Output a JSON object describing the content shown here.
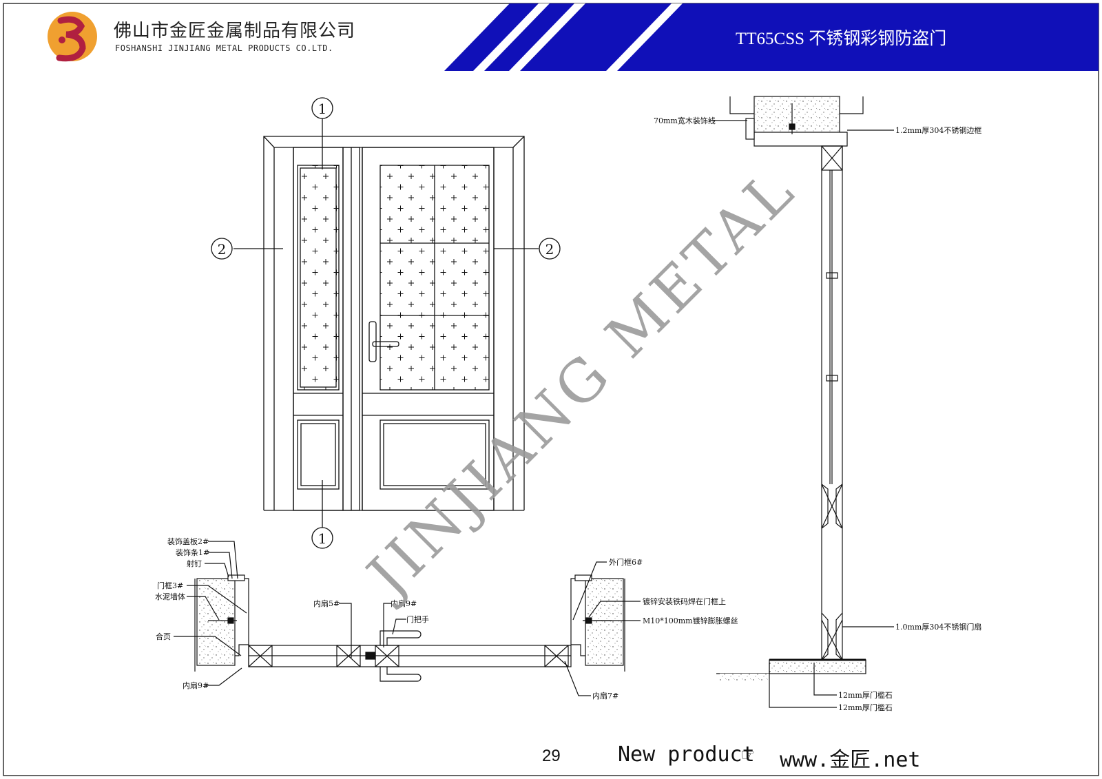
{
  "header": {
    "company_cn": "佛山市金匠金属制品有限公司",
    "company_en": "FOSHANSHI JINJIANG METAL PRODUCTS CO.LTD.",
    "title": "TT65CSS 不锈钢彩钢防盗门",
    "brand_color": "#1010b8"
  },
  "watermark": "JINJIANG METAL",
  "elevation": {
    "callout_top": "1",
    "callout_left": "2",
    "callout_right": "2",
    "callout_bottom": "1"
  },
  "plan_section": {
    "labels": {
      "decor_cover": "装饰盖板2#",
      "decor_strip": "装饰条1#",
      "nail": "射钉",
      "frame3": "门框3#",
      "cement_wall": "水泥墙体",
      "hinge": "合页",
      "inner_leaf9_bottom": "内扇9#",
      "inner_leaf5": "内扇5#",
      "inner_leaf9_top": "内扇9#",
      "handle": "门把手",
      "outer_frame6": "外门框6#",
      "galv_iron": "镀锌安装铁码焊在门框上",
      "expansion_bolt": "M10*100mm镀锌膨胀螺丝",
      "inner_leaf7": "内扇7#"
    }
  },
  "vertical_section": {
    "labels": {
      "wood_trim": "70mm宽木装饰线",
      "frame_edge": "1.2mm厚304不锈钢边框",
      "door_leaf": "1.0mm厚304不锈钢门扇",
      "threshold_a": "12mm厚门槛石",
      "threshold_b": "12mm厚门槛石"
    }
  },
  "footer": {
    "page_number": "29",
    "product_text": "New product",
    "pointer_icon": "☞",
    "url": "www.金匠.net"
  }
}
